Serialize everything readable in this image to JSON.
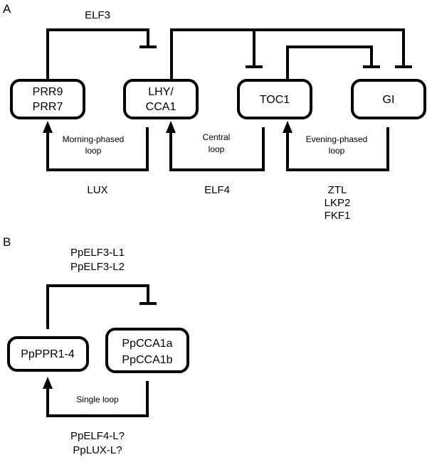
{
  "panel_a": {
    "label": "A",
    "nodes": {
      "prr9_prr7": [
        "PRR9",
        "PRR7"
      ],
      "lhy_cca1": [
        "LHY/",
        "CCA1"
      ],
      "toc1": [
        "TOC1"
      ],
      "gi": [
        "GI"
      ]
    },
    "regulators": {
      "elf3": [
        "ELF3"
      ],
      "lux": [
        "LUX"
      ],
      "elf4": [
        "ELF4"
      ],
      "ztl_lkp2_fkf1": [
        "ZTL",
        "LKP2",
        "FKF1"
      ]
    },
    "loops": {
      "morning": [
        "Morning-phased",
        "loop"
      ],
      "central": [
        "Central",
        "loop"
      ],
      "evening": [
        "Evening-phased",
        "loop"
      ]
    }
  },
  "panel_b": {
    "label": "B",
    "nodes": {
      "ppprr1_4": [
        "PpPPR1-4"
      ],
      "ppcca1": [
        "PpCCA1a",
        "PpCCA1b"
      ]
    },
    "regulators": {
      "ppelf3": [
        "PpELF3-L1",
        "PpELF3-L2"
      ],
      "ppelf4_pplux": [
        "PpELF4-L?",
        "PpLUX-L?"
      ]
    },
    "loops": {
      "single": [
        "Single loop"
      ]
    }
  }
}
